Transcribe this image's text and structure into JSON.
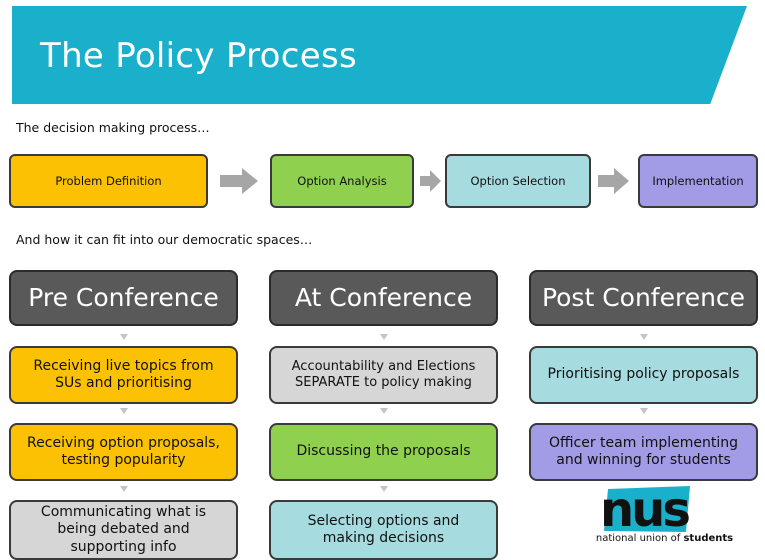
{
  "title": "The Policy Process",
  "intro_text": "The decision making process…",
  "flow_steps": [
    "Problem Definition",
    "Option Analysis",
    "Option Selection",
    "Implementation"
  ],
  "democratic_text": "And how it can fit into our democratic spaces…",
  "columns": [
    {
      "header": "Pre Conference",
      "items": [
        "Receiving live topics from SUs and prioritising",
        "Receiving option proposals, testing popularity",
        "Communicating what is being debated and supporting info"
      ]
    },
    {
      "header": "At Conference",
      "items": [
        "Accountability and Elections SEPARATE to policy making",
        "Discussing the proposals",
        "Selecting options and making decisions"
      ]
    },
    {
      "header": "Post Conference",
      "items": [
        "Prioritising policy proposals",
        "Officer team implementing and winning for students"
      ]
    }
  ],
  "logo": {
    "wordmark": "nus",
    "tagline_prefix": "national union of",
    "tagline_bold": "students"
  },
  "colors": {
    "banner": "#1ab0cc",
    "problem_definition": "#fcc102",
    "option_analysis": "#8fd14f",
    "option_selection": "#a6dbe0",
    "implementation": "#a29be6",
    "header": "#595959",
    "neutral": "#d6d6d6"
  }
}
